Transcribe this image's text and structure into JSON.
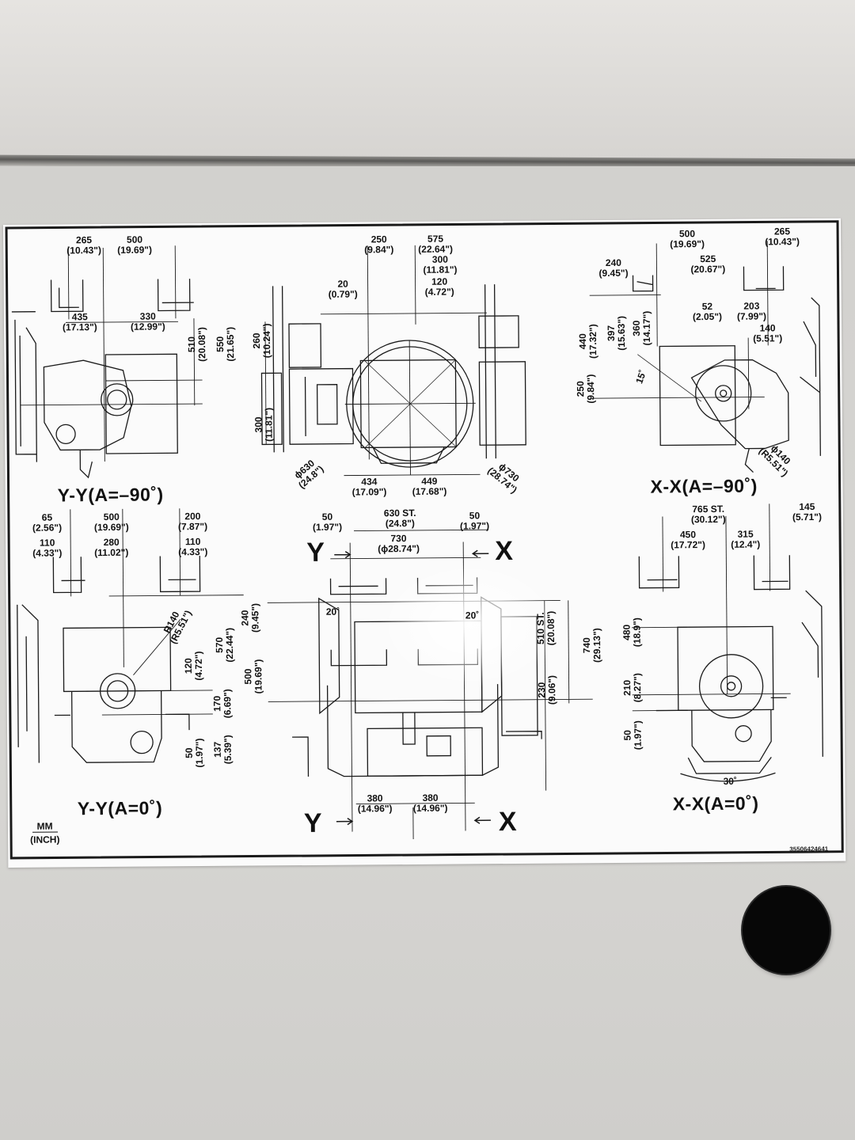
{
  "plate": {
    "serial": "35506424641",
    "units": {
      "primary": "MM",
      "secondary": "(INCH)"
    }
  },
  "views": {
    "yy_minus90": {
      "title": "Y-Y(A=–90˚)"
    },
    "xx_minus90": {
      "title": "X-X(A=–90˚)"
    },
    "yy_0": {
      "title": "Y-Y(A=0˚)"
    },
    "xx_0": {
      "title": "X-X(A=0˚)"
    }
  },
  "axis_labels": {
    "y": "Y",
    "x": "X"
  },
  "dimensions": {
    "tl": {
      "d265": "265",
      "d265_in": "(10.43\")",
      "d500": "500",
      "d500_in": "(19.69\")",
      "d435": "435",
      "d435_in": "(17.13\")",
      "d330": "330",
      "d330_in": "(12.99\")",
      "d510": "510",
      "d510_in": "(20.08\")",
      "d550": "550",
      "d550_in": "(21.65\")"
    },
    "tc": {
      "d250": "250",
      "d250_in": "(9.84\")",
      "d575": "575",
      "d575_in": "(22.64\")",
      "d300": "300",
      "d300_in": "(11.81\")",
      "d120": "120",
      "d120_in": "(4.72\")",
      "d20": "20",
      "d20_in": "(0.79\")",
      "d260": "260",
      "d260_in": "(10.24\")",
      "d300v": "300",
      "d300v_in": "(11.81\")",
      "phi630": "ϕ630",
      "phi630_in": "(24.8\")",
      "d434": "434",
      "d434_in": "(17.09\")",
      "d449": "449",
      "d449_in": "(17.68\")",
      "phi730": "ϕ730",
      "phi730_in": "(28.74\")"
    },
    "tr": {
      "d500": "500",
      "d500_in": "(19.69\")",
      "d265": "265",
      "d265_in": "(10.43\")",
      "d240": "240",
      "d240_in": "(9.45\")",
      "d525": "525",
      "d525_in": "(20.67\")",
      "d52": "52",
      "d52_in": "(2.05\")",
      "d203": "203",
      "d203_in": "(7.99\")",
      "d140": "140",
      "d140_in": "(5.51\")",
      "d440": "440",
      "d440_in": "(17.32\")",
      "d397": "397",
      "d397_in": "(15.63\")",
      "d360": "360",
      "d360_in": "(14.17\")",
      "d250": "250",
      "d250_in": "(9.84\")",
      "deg15": "15˚",
      "phi140": "ϕ140",
      "phi140_in": "(R5.51\")"
    },
    "bl": {
      "d65": "65",
      "d65_in": "(2.56\")",
      "d500": "500",
      "d500_in": "(19.69\")",
      "d200": "200",
      "d200_in": "(7.87\")",
      "d110a": "110",
      "d110a_in": "(4.33\")",
      "d280": "280",
      "d280_in": "(11.02\")",
      "d110b": "110",
      "d110b_in": "(4.33\")",
      "r140": "R140",
      "r140_in": "(R5.51\")",
      "d240": "240",
      "d240_in": "(9.45\")",
      "d570": "570",
      "d570_in": "(22.44\")",
      "d120": "120",
      "d120_in": "(4.72\")",
      "d500v": "500",
      "d500v_in": "(19.69\")",
      "d170": "170",
      "d170_in": "(6.69\")",
      "d137": "137",
      "d137_in": "(5.39\")",
      "d50": "50",
      "d50_in": "(1.97\")"
    },
    "bc": {
      "d50a": "50",
      "d50a_in": "(1.97\")",
      "d630": "630 ST.",
      "d630_in": "(24.8\")",
      "d50b": "50",
      "d50b_in": "(1.97\")",
      "d730": "730",
      "d730_in": "(ϕ28.74\")",
      "deg20a": "20˚",
      "deg20b": "20˚",
      "d510": "510 ST.",
      "d510_in": "(20.08\")",
      "d740": "740",
      "d740_in": "(29.13\")",
      "d230": "230",
      "d230_in": "(9.06\")",
      "d380a": "380",
      "d380a_in": "(14.96\")",
      "d380b": "380",
      "d380b_in": "(14.96\")"
    },
    "br": {
      "d765": "765 ST.",
      "d765_in": "(30.12\")",
      "d145": "145",
      "d145_in": "(5.71\")",
      "d450": "450",
      "d450_in": "(17.72\")",
      "d315": "315",
      "d315_in": "(12.4\")",
      "d480": "480",
      "d480_in": "(18.9\")",
      "d210": "210",
      "d210_in": "(8.27\")",
      "d50": "50",
      "d50_in": "(1.97\")",
      "deg30": "30˚"
    }
  }
}
